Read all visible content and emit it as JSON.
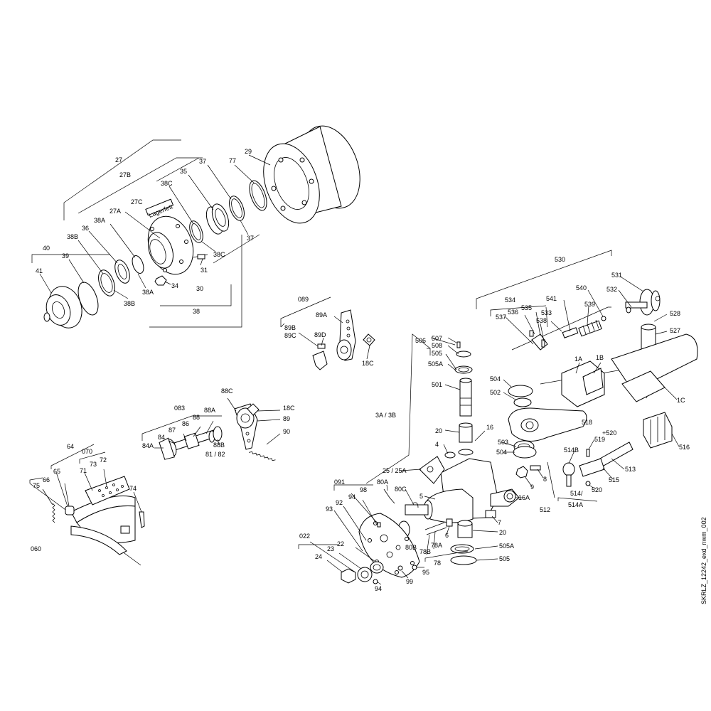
{
  "drawing_id": "SKRLZ_12242_exd_nwm_002",
  "labels": {
    "l27": "27",
    "l27B": "27B",
    "l27C": "27C",
    "lager": "Lagerfett",
    "l27A": "27A",
    "l29": "29",
    "l77": "77",
    "l37a": "37",
    "l35": "35",
    "l38C": "38C",
    "l38Cb": "38C",
    "l37b": "37",
    "l38A": "38A",
    "l38B": "38B",
    "l36": "36",
    "l40": "40",
    "l39": "39",
    "l41": "41",
    "l38Ab": "38A",
    "l38Bb": "38B",
    "l34": "34",
    "l31": "31",
    "l30": "30",
    "l38": "38",
    "l089": "089",
    "l89A": "89A",
    "l89B": "89B",
    "l89C": "89C",
    "l89D": "89D",
    "l18Ca": "18C",
    "l083": "083",
    "l88A": "88A",
    "l88": "88",
    "l86": "86",
    "l87": "87",
    "l84": "84",
    "l84A": "84A",
    "l88B": "88B",
    "l8182": "81 / 82",
    "l88C": "88C",
    "l18Cb": "18C",
    "l89": "89",
    "l90": "90",
    "l64": "64",
    "l070": "070",
    "l72": "72",
    "l73": "73",
    "l71": "71",
    "l65": "65",
    "l66": "66",
    "l74": "74",
    "l75": "75",
    "l060": "060",
    "l530": "530",
    "l531": "531",
    "l532": "532",
    "l528": "528",
    "l527": "527",
    "l540": "540",
    "l541": "541",
    "l539": "539",
    "l534": "534",
    "l535": "535",
    "l536": "536",
    "l537": "537",
    "l533": "533",
    "l538": "538",
    "l1A": "1A",
    "l1B": "1B",
    "l1C": "1C",
    "l506": "506",
    "l507": "507",
    "l508": "508",
    "l505a": "505",
    "l505A": "505A",
    "l501": "501",
    "l3A3B": "3A / 3B",
    "l504a": "504",
    "l502": "502",
    "l20a": "20",
    "l16": "16",
    "l4": "4",
    "l503": "503",
    "l504b": "504",
    "l518": "518",
    "l520p": "+520",
    "l519": "519",
    "l514B": "514B",
    "l516": "516",
    "l513": "513",
    "l515": "515",
    "l520": "520",
    "l514s": "514/",
    "l514A": "514A",
    "l512": "512",
    "l8": "8",
    "l9": "9",
    "l2525A": "25 / 25A",
    "l5": "5",
    "l80A": "80A",
    "l80C": "80C",
    "l16A": "16A",
    "l7": "7",
    "l20b": "20",
    "l6": "6",
    "l78A": "78A",
    "l78B": "78B",
    "l80B": "80B",
    "l78": "78",
    "l505Ab": "505A",
    "l505b": "505",
    "l091": "091",
    "l98": "98",
    "l94a": "94",
    "l92": "92",
    "l93": "93",
    "l022": "022",
    "l23": "23",
    "l22": "22",
    "l24": "24",
    "l94b": "94",
    "l99": "99",
    "l95": "95"
  }
}
